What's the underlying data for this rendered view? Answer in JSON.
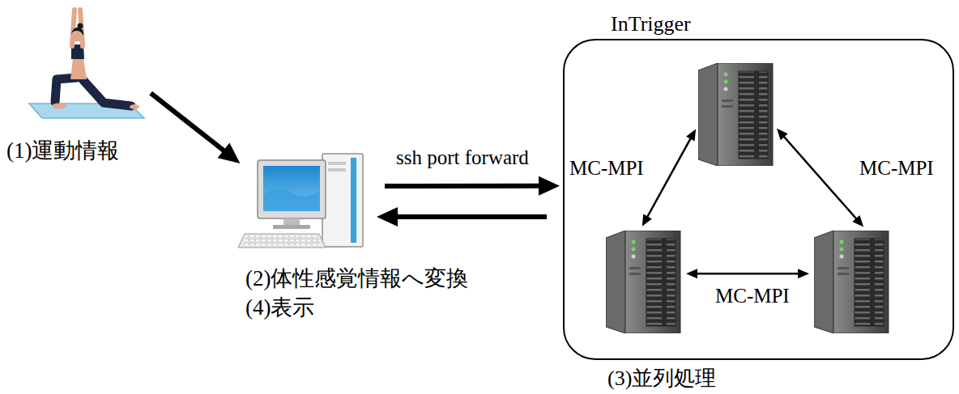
{
  "diagram": {
    "nodes": [
      {
        "text": [
          "(1)運動情報"
        ]
      },
      {
        "text": [
          "(2)体性感覚情報へ変換",
          "(4)表示"
        ]
      },
      {
        "text": [
          "InTrigger",
          "(3)並列処理"
        ]
      },
      {
        "text": [],
        "in": 2
      },
      {
        "text": [],
        "in": 2
      },
      {
        "text": [],
        "in": 2
      }
    ],
    "edges": [
      {
        "from": 0,
        "to": 1,
        "arrow": "to"
      },
      {
        "from": 1,
        "to": 2,
        "arrow": "to",
        "label": "ssh port forward"
      },
      {
        "from": 2,
        "to": 1,
        "arrow": "to"
      },
      {
        "from": 3,
        "to": 4,
        "arrow": "both",
        "label": "MC-MPI"
      },
      {
        "from": 3,
        "to": 5,
        "arrow": "both",
        "label": "MC-MPI"
      },
      {
        "from": 4,
        "to": 5,
        "arrow": "both",
        "label": "MC-MPI"
      }
    ]
  }
}
